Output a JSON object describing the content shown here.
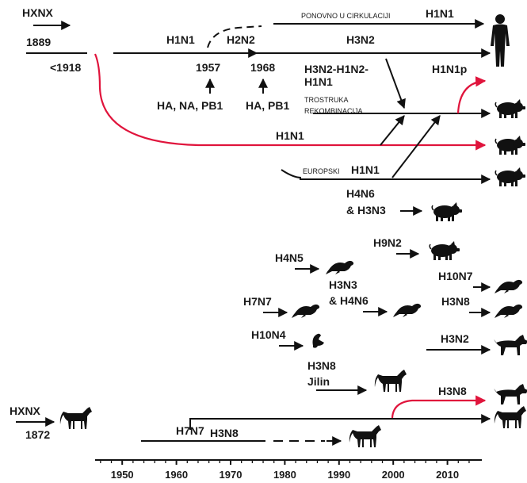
{
  "labels": {
    "hxnx_1889_top": "HXNX",
    "hxnx_1889_year": "1889",
    "lt1918": "<1918",
    "h1n1_1957": "H1N1",
    "h2n2_1968": "H2N2",
    "y1957": "1957",
    "y1968": "1968",
    "ha_na_pb1": "HA, NA, PB1",
    "ha_pb1": "HA, PB1",
    "ponovno": "PONOVNO U CIRKULACIJI",
    "h1n1_human": "H1N1",
    "h3n2_human": "H3N2",
    "h3n2_h1n2_l1": "H3N2-H1N2-",
    "h3n2_h1n2_l2": "H1N1",
    "h1n1p": "H1N1p",
    "trostruka_l1": "TROSTRUKA",
    "trostruka_l2": "REKOMBINACIJA",
    "h1n1_swine": "H1N1",
    "europski": "EUROPSKI",
    "h1n1_europ": "H1N1",
    "h4n6_l1": "H4N6",
    "h4n6_l2": "& H3N3",
    "h9n2": "H9N2",
    "h4n5": "H4N5",
    "h10n7": "H10N7",
    "h3n3_l1": "H3N3",
    "h3n3_l2": "& H4N6",
    "h7n7_seal": "H7N7",
    "h3n8_seal": "H3N8",
    "h10n4": "H10N4",
    "h3n2_dog": "H3N2",
    "h3n8_jilin_l1": "H3N8",
    "h3n8_jilin_l2": "Jilin",
    "h3n8_dog": "H3N8",
    "hxnx_1872_top": "HXNX",
    "hxnx_1872_year": "1872",
    "h3n8_horse": "H3N8",
    "h7n7_horse": "H7N7"
  },
  "axis": {
    "ticks": [
      "1950",
      "1960",
      "1970",
      "1980",
      "1990",
      "2000",
      "2010"
    ]
  },
  "colors": {
    "line": "#111111",
    "highlight": "#e0143c"
  },
  "icons": [
    "human-icon",
    "pig-icon",
    "seal-icon",
    "ferret-icon",
    "dog-icon",
    "horse-icon"
  ]
}
